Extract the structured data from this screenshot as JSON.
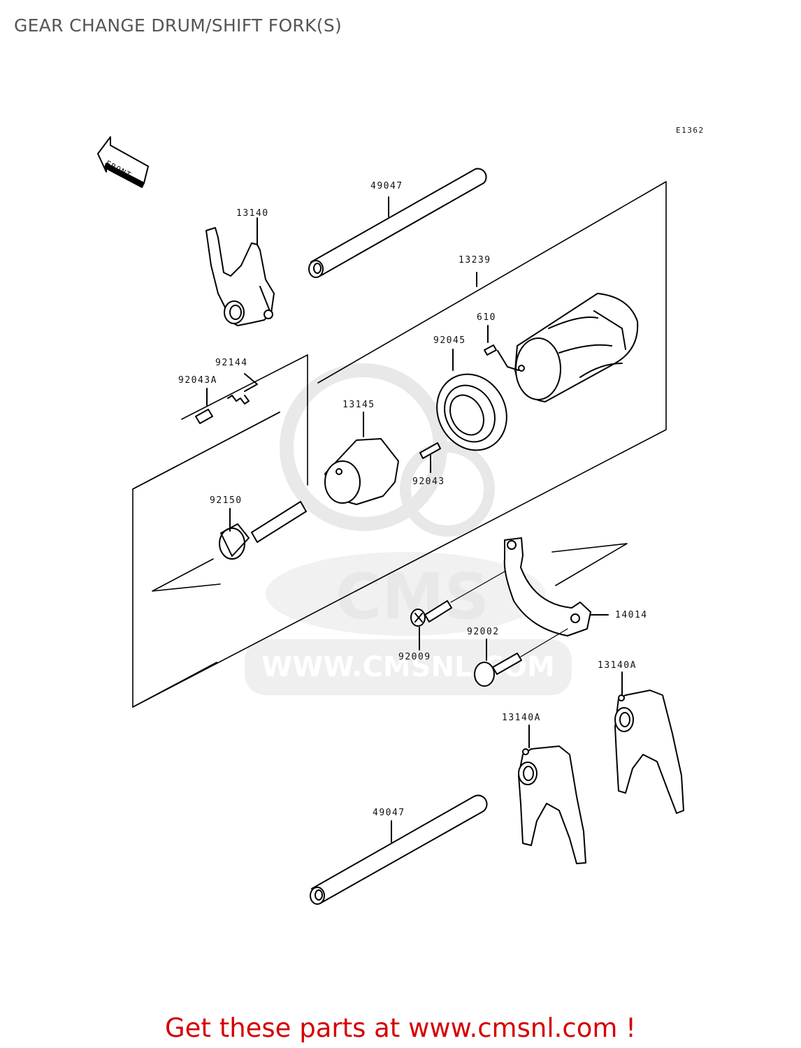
{
  "page": {
    "title": "GEAR CHANGE DRUM/SHIFT FORK(S)",
    "figure_code": "E1362",
    "front_marker": "FRONT",
    "promo_text": "Get these parts at www.cmsnl.com !"
  },
  "watermark": {
    "brand": "CMS",
    "url": "WWW.CMSNL.COM"
  },
  "parts": [
    {
      "id": "part-49047-top",
      "number": "49047",
      "name": "shift-rod"
    },
    {
      "id": "part-13140",
      "number": "13140",
      "name": "shift-fork"
    },
    {
      "id": "part-13239",
      "number": "13239",
      "name": "shift-drum"
    },
    {
      "id": "part-610",
      "number": "610",
      "name": "pin"
    },
    {
      "id": "part-92045",
      "number": "92045",
      "name": "bearing"
    },
    {
      "id": "part-92144",
      "number": "92144",
      "name": "spring"
    },
    {
      "id": "part-92043A",
      "number": "92043A",
      "name": "pin"
    },
    {
      "id": "part-13145",
      "number": "13145",
      "name": "drum-pin-plate"
    },
    {
      "id": "part-92043",
      "number": "92043",
      "name": "pin"
    },
    {
      "id": "part-92150",
      "number": "92150",
      "name": "bolt"
    },
    {
      "id": "part-14014",
      "number": "14014",
      "name": "cover-plate"
    },
    {
      "id": "part-92009",
      "number": "92009",
      "name": "screw"
    },
    {
      "id": "part-92002",
      "number": "92002",
      "name": "bolt"
    },
    {
      "id": "part-13140A-right",
      "number": "13140A",
      "name": "shift-fork"
    },
    {
      "id": "part-13140A-left",
      "number": "13140A",
      "name": "shift-fork"
    },
    {
      "id": "part-49047-bottom",
      "number": "49047",
      "name": "shift-rod"
    }
  ]
}
